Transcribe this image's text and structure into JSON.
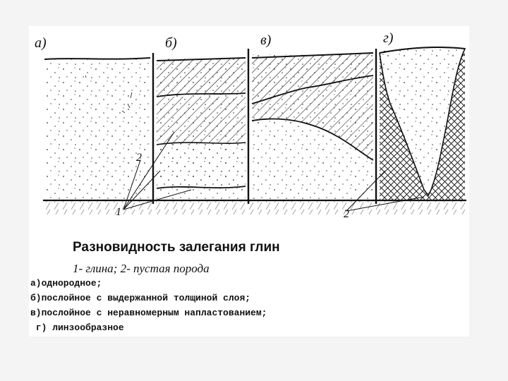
{
  "figure": {
    "panel_labels": [
      "а)",
      "б)",
      "в)",
      "г)"
    ],
    "leader_labels": {
      "clay": "1",
      "waste_rock": "2",
      "bottom_right": "2"
    }
  },
  "caption": {
    "title": "Разновидность залегания глин",
    "legend": "1- глина; 2- пустая порода",
    "items": [
      "а)однородное;",
      "б)послойное с выдержанной толщиной слоя;",
      "в)послойное с неравномерным напластованием;",
      " г) линзообразное"
    ]
  }
}
